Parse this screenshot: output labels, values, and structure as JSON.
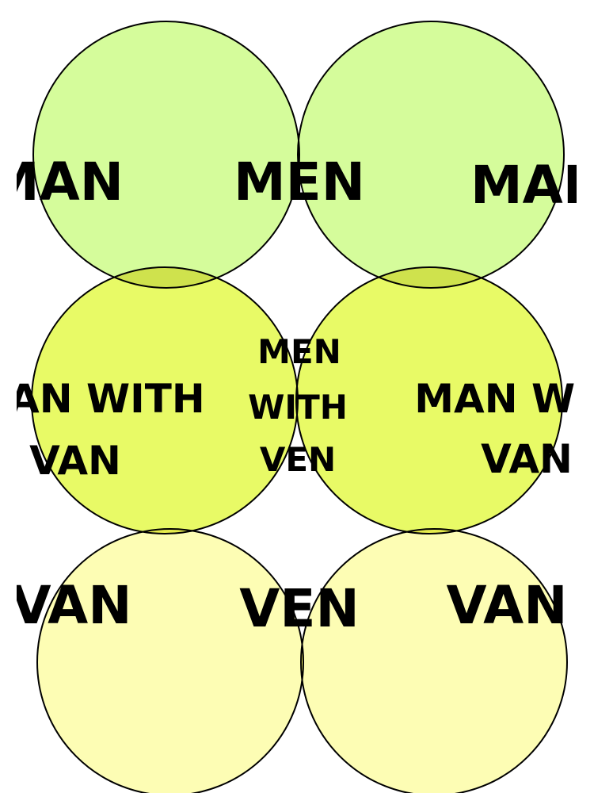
{
  "diagram": {
    "colors": {
      "background": "#ffffff",
      "top_circles": "#d5fc9b",
      "middle_circles": "#e8fa66",
      "bottom_circles": "#fdfdb4",
      "top_overlap": "#9fdc69",
      "upper_overlap": "#cfe24d",
      "center": "#dde33f",
      "lower_overlap": "#e6ec4c",
      "bottom_overlap": "#fdfd6b",
      "outline": "#000000"
    },
    "labels": {
      "top_left": "MAN",
      "top_center": "MEN",
      "top_right": "MAN",
      "middle_left": [
        "MAN WITH",
        "VAN"
      ],
      "center": [
        "MEN",
        "WITH",
        "VEN"
      ],
      "middle_right": [
        "MAN WITH",
        "VAN"
      ],
      "bottom_left": "VAN",
      "bottom_center": "VEN",
      "bottom_right": "VAN"
    }
  }
}
